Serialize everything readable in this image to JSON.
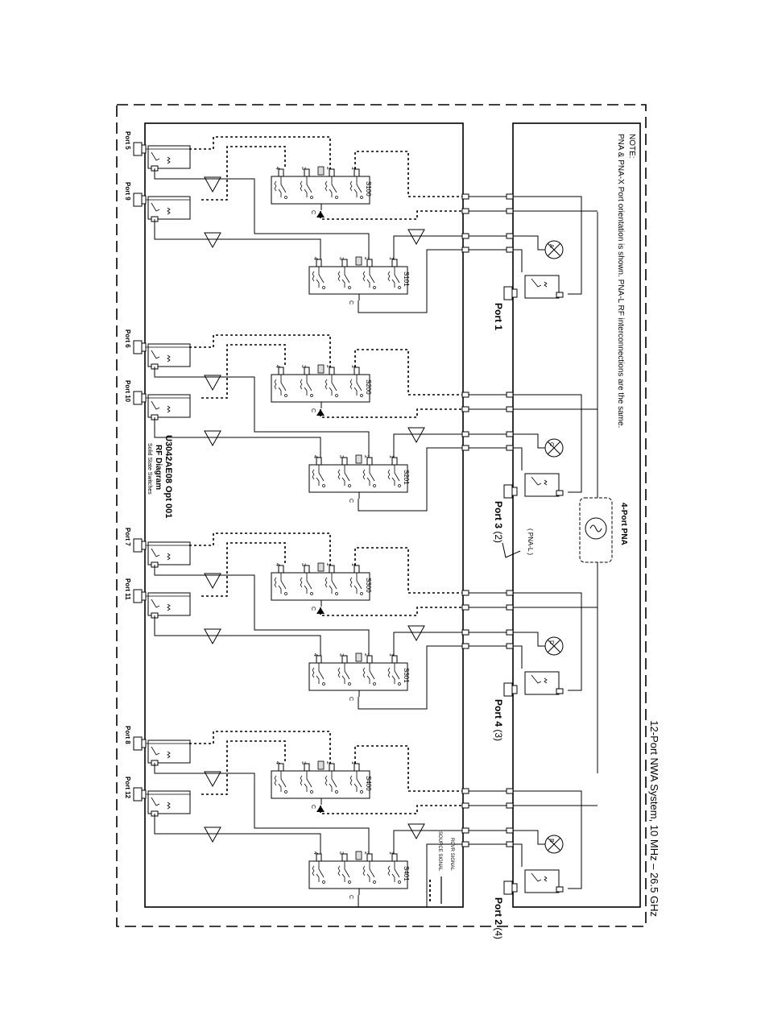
{
  "title": "12-Port NWA System, 10 MHz – 26.5 GHz",
  "note": {
    "heading": "NOTE:",
    "text": "PNA & PNA-X Port orientation is shown. PNA-L RF interconnections are the same."
  },
  "pna_label": "4-Port PNA",
  "pna_l_label": "( PNA-L )",
  "test_set": {
    "model": "U3042AE08 Opt 001",
    "subtitle": "RF Diagram",
    "caption": "Solid State Switches"
  },
  "legend": {
    "rcvr": "RCVR SIGNAL",
    "source": "SOURCE SIGNAL"
  },
  "switch_common": "C",
  "switch_positions": [
    "1",
    "2",
    "3",
    "4"
  ],
  "groups": [
    {
      "ports": [
        "Port 5",
        "Port 9"
      ],
      "switches": [
        "S100",
        "S101"
      ],
      "receiver": "A",
      "pna_port": "Port 1",
      "pna_port_alt": ""
    },
    {
      "ports": [
        "Port 6",
        "Port 10"
      ],
      "switches": [
        "S200",
        "S201"
      ],
      "receiver": "C",
      "pna_port": "Port 3",
      "pna_port_alt": "(2)"
    },
    {
      "ports": [
        "Port 7",
        "Port 11"
      ],
      "switches": [
        "S300",
        "S301"
      ],
      "receiver": "D",
      "pna_port": "Port 4",
      "pna_port_alt": "(3)"
    },
    {
      "ports": [
        "Port 8",
        "Port 12"
      ],
      "switches": [
        "S400",
        "S401"
      ],
      "receiver": "B",
      "pna_port": "Port 2",
      "pna_port_alt": "(4)"
    }
  ]
}
